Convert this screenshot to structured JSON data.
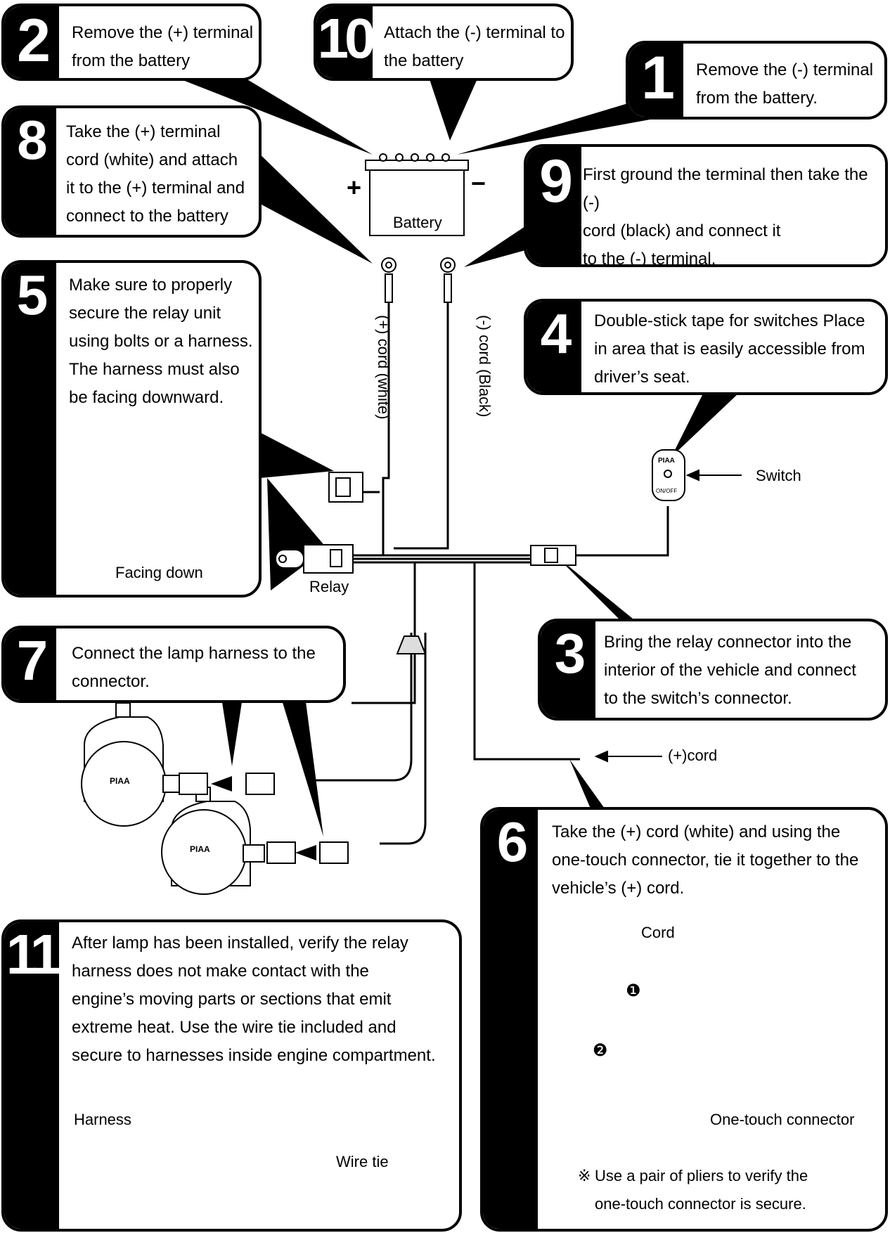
{
  "steps": {
    "s1": {
      "number": "1",
      "lines": [
        "Remove the (-) terminal",
        "from the battery."
      ]
    },
    "s2": {
      "number": "2",
      "lines": [
        "Remove the (+) terminal",
        "from the battery"
      ]
    },
    "s3": {
      "number": "3",
      "lines": [
        "Bring the relay connector into the",
        "interior of the vehicle and connect",
        "to the switch’s connector."
      ]
    },
    "s4": {
      "number": "4",
      "lines": [
        "Double-stick tape for switches Place",
        "in area that is easily accessible from",
        "driver’s seat."
      ]
    },
    "s5": {
      "number": "5",
      "lines": [
        "Make sure to properly",
        "secure the relay unit",
        "using bolts or a harness.",
        "The harness must also",
        "be facing downward."
      ]
    },
    "s6": {
      "number": "6",
      "lines": [
        "Take the (+) cord (white) and using the",
        "one-touch connector, tie it together to the",
        "vehicle’s (+) cord."
      ]
    },
    "s7": {
      "number": "7",
      "lines": [
        "Connect the lamp harness to the",
        "connector."
      ]
    },
    "s8": {
      "number": "8",
      "lines": [
        "Take the (+) terminal",
        "cord (white) and attach",
        "it to the (+) terminal and",
        "connect to the battery"
      ]
    },
    "s9": {
      "number": "9",
      "lines": [
        "First ground the terminal then take the (-)",
        "cord (black) and connect it",
        "to the (-) terminal."
      ]
    },
    "s10": {
      "number": "10",
      "lines": [
        "Attach the (-) terminal to",
        "the battery"
      ]
    },
    "s11": {
      "number": "11",
      "lines": [
        "After lamp has been installed, verify the relay",
        "harness does not make contact with the",
        "engine’s moving parts or sections that emit",
        "extreme heat. Use the wire tie included and",
        "secure to harnesses inside engine compartment."
      ]
    }
  },
  "labels": {
    "battery": "Battery",
    "battery_plus": "+",
    "battery_minus": "−",
    "plus_cord_white": "(+) cord (white)",
    "minus_cord_black": "(-) cord (Black)",
    "switch": "Switch",
    "switch_brand": "PIAA",
    "switch_onoff": "ON/OFF",
    "relay": "Relay",
    "facing_down": "Facing down",
    "plus_cord": "(+)cord",
    "lamp_brand": "PIAA",
    "cord": "Cord",
    "one_touch_connector": "One-touch connector",
    "note_mark": "※",
    "note_lines": [
      "Use a pair of pliers to verify the",
      "one-touch connector is secure."
    ],
    "harness": "Harness",
    "wire_tie": "Wire tie",
    "step_mark_1": "❶",
    "step_mark_2": "❷"
  }
}
